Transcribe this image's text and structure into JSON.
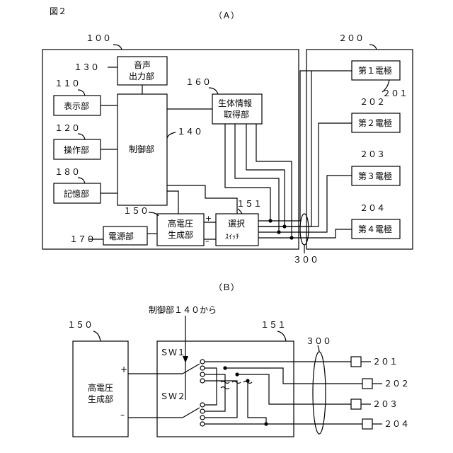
{
  "figure": {
    "title": "図２",
    "panel_a": "（Ａ）",
    "panel_b": "（Ｂ）"
  },
  "panel_a": {
    "device_ref": "１００",
    "electrode_box_ref": "２００",
    "cable_ref": "３００",
    "audio": {
      "ref": "１３０",
      "line1": "音声",
      "line2": "出力部"
    },
    "display": {
      "ref": "１１０",
      "label": "表示部"
    },
    "operation": {
      "ref": "１２０",
      "label": "操作部"
    },
    "storage": {
      "ref": "１８０",
      "label": "記憶部"
    },
    "control": {
      "ref": "１４０",
      "label": "制御部"
    },
    "bio": {
      "ref": "１６０",
      "line1": "生体情報",
      "line2": "取得部"
    },
    "hv": {
      "ref": "１５０",
      "line1": "高電圧",
      "line2": "生成部"
    },
    "switch": {
      "ref": "１５１",
      "line1": "選択",
      "line2": "ｽｲｯﾁ"
    },
    "power": {
      "ref": "１７０",
      "label": "電源部"
    },
    "plus": "+",
    "minus": "–",
    "electrodes": [
      {
        "ref": "２０１",
        "label": "第１電極"
      },
      {
        "ref": "２０２",
        "label": "第２電極"
      },
      {
        "ref": "２０３",
        "label": "第３電極"
      },
      {
        "ref": "２０４",
        "label": "第４電極"
      }
    ]
  },
  "panel_b": {
    "hv_ref": "１５０",
    "hv_line1": "高電圧",
    "hv_line2": "生成部",
    "switch_ref": "１５１",
    "control_note": "制御部１４０から",
    "sw1": "ＳＷ１",
    "sw2": "ＳＷ２",
    "plus": "+",
    "minus": "–",
    "cable_ref": "３００",
    "electrode_refs": [
      "２０１",
      "２０２",
      "２０３",
      "２０４"
    ]
  }
}
